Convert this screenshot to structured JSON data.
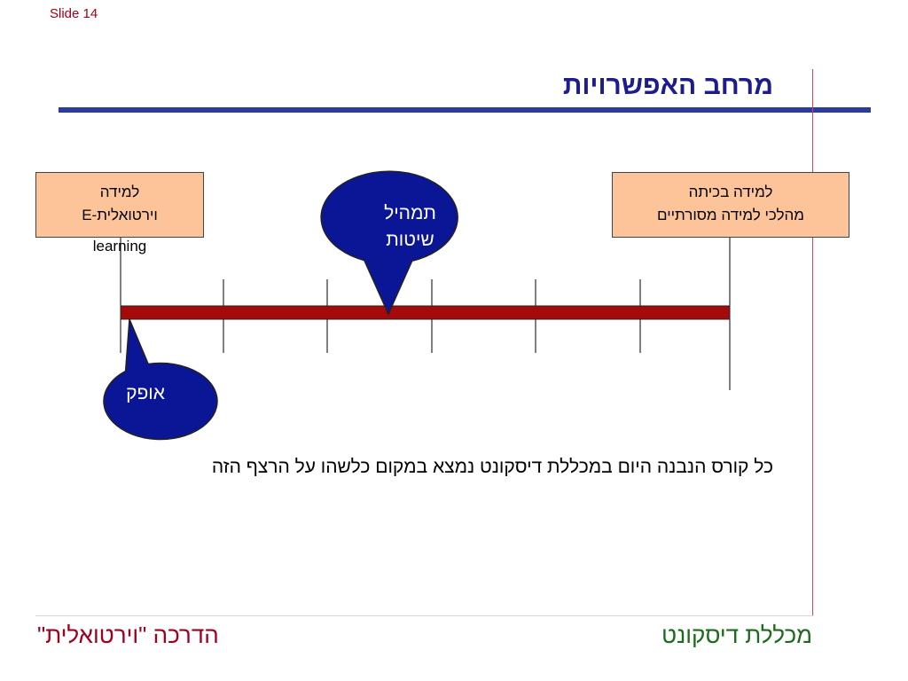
{
  "slide": {
    "number_label": "Slide 14"
  },
  "title": "מרחב האפשרויות",
  "boxes": {
    "left": {
      "line1": "למידה",
      "line2": "E-וירטואלית",
      "line3": "learning"
    },
    "right": {
      "line1": "למידה בכיתה",
      "line2": "מהלכי למידה מסורתיים"
    }
  },
  "callouts": {
    "top": {
      "line1": "תמהיל",
      "line2": "שיטות"
    },
    "bottom": {
      "text": "אופק"
    }
  },
  "caption": "כל קורס הנבנה היום במכללת דיסקונט נמצא במקום כלשהו על הרצף הזה",
  "footer": {
    "right": "מכללת דיסקונט",
    "left": "הדרכה \"וירטואלית\""
  },
  "colors": {
    "bar": "#a50a0a",
    "callout": "#0b1696",
    "box": "#fdc49a",
    "title": "#1c1c8c",
    "footer_green": "#1a6b1a",
    "footer_red": "#a0001c"
  }
}
